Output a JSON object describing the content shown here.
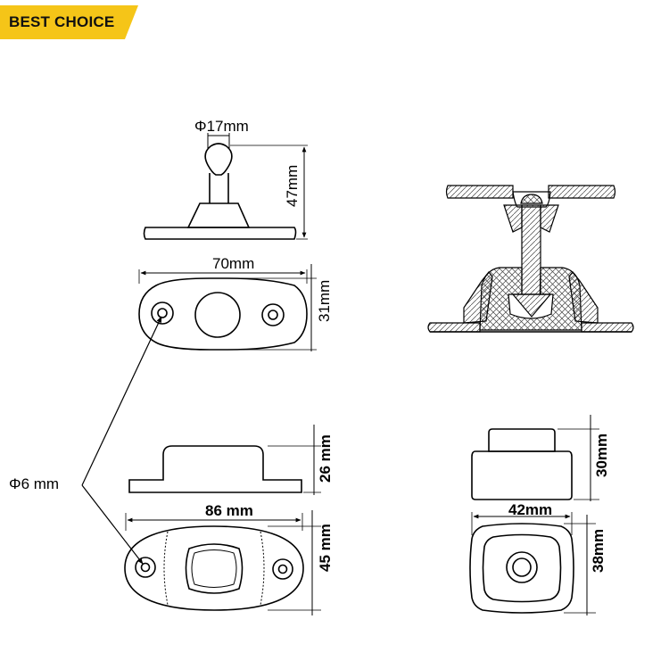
{
  "badge": {
    "label": "BEST CHOICE",
    "color": "#f5c518"
  },
  "dimensions": {
    "ball_diameter": "Φ17mm",
    "top_height": "47mm",
    "plate_length": "70mm",
    "plate_width": "31mm",
    "hole_diameter": "Φ6 mm",
    "base_height": "26 mm",
    "base_length": "86 mm",
    "base_width": "45 mm",
    "cap_height": "30mm",
    "cap_width": "42mm",
    "cap_depth": "38mm"
  },
  "colors": {
    "line": "#000000",
    "hatch": "#444444"
  }
}
